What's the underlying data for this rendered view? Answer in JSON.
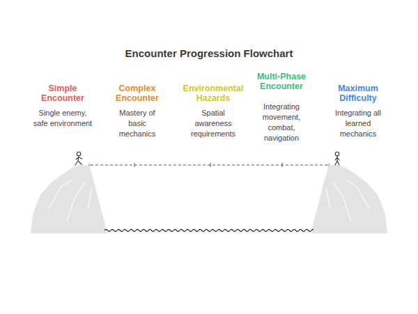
{
  "diagram": {
    "title": "Encounter Progression Flowchart",
    "labels": [
      "Simple Encounter",
      "Single enemy, safe environment",
      "Complex Encounter",
      "Mastery of basic mechanics",
      "Environmental Hazards",
      "Spatial awareness requirements",
      "Multi-Phase Encounter",
      "Integrating movement, combat, navigation",
      "Maximum Difficulty",
      "Integrating all learned mechanics"
    ]
  }
}
